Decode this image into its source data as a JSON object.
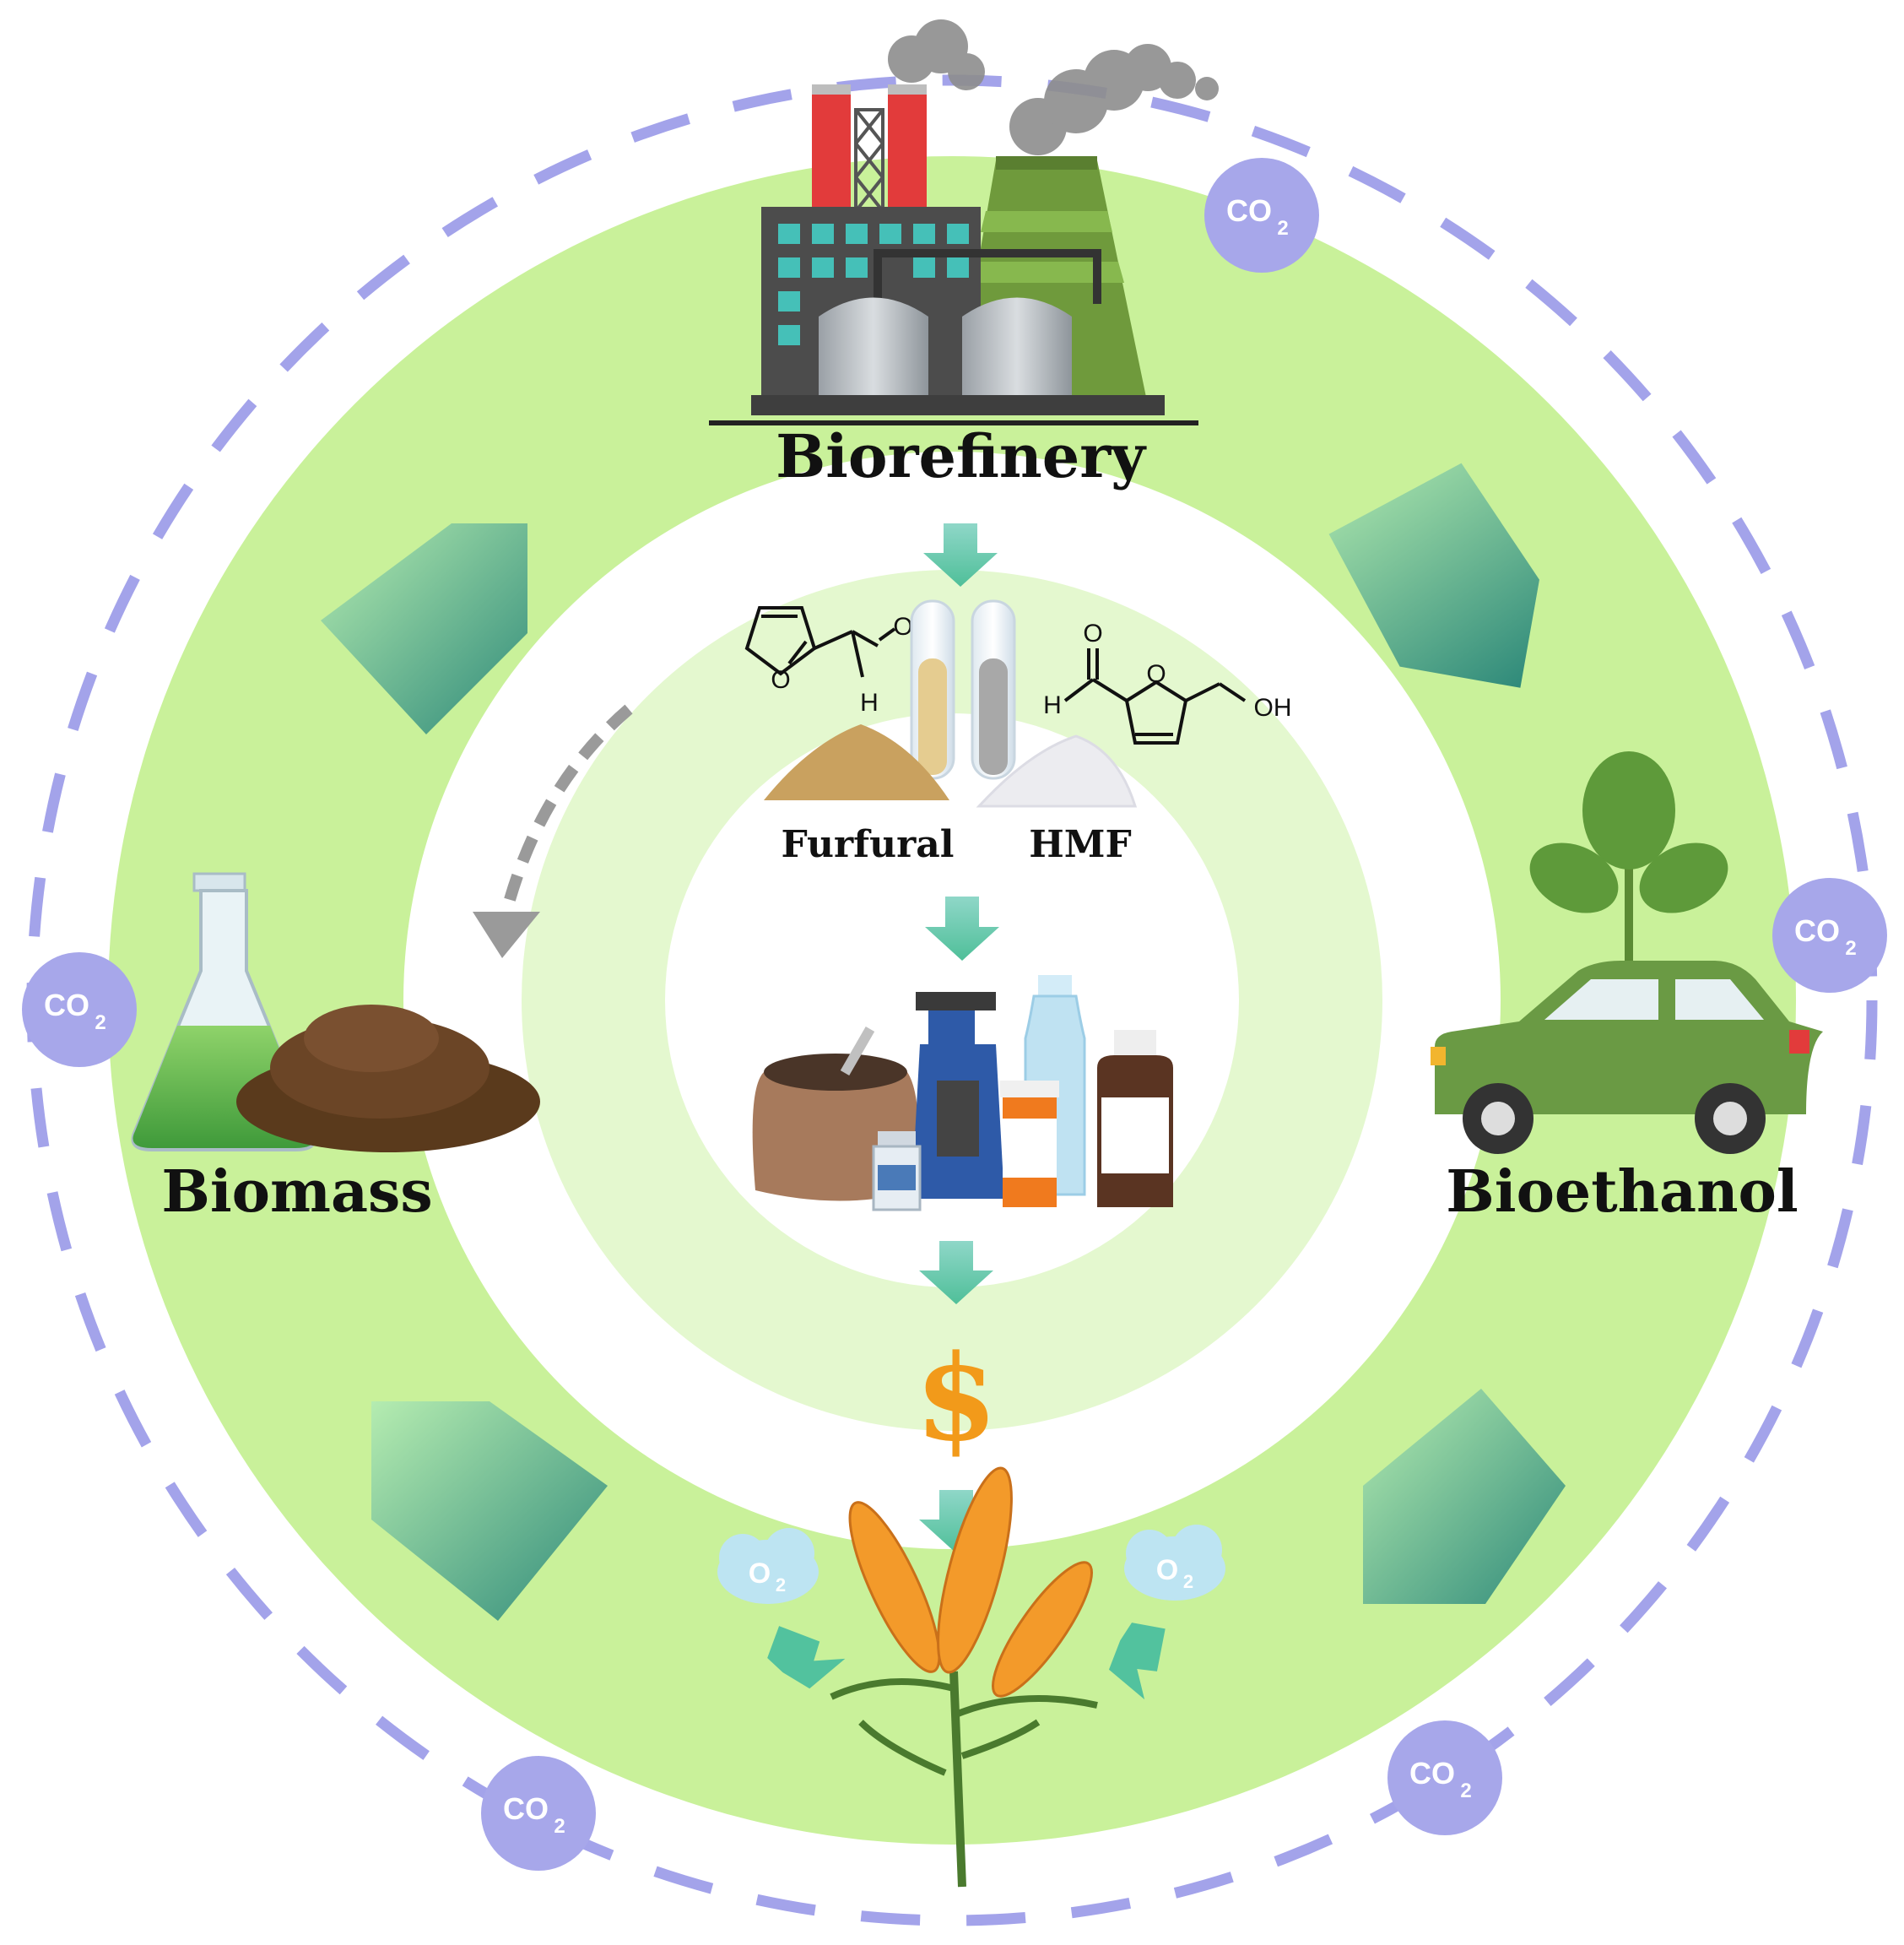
{
  "labels": {
    "biorefinery": "Biorefinery",
    "biomass": "Biomass",
    "bioethanol": "Bioethanol",
    "furfural": "Furfural",
    "hmf": "HMF",
    "dollar": "$"
  },
  "chem": {
    "furfural_h": "H",
    "furfural_o": "O",
    "furfural_ring_o": "O",
    "hmf_h": "H",
    "hmf_o": "O",
    "hmf_ring_o": "O",
    "hmf_oh": "OH"
  },
  "co2": {
    "main": "CO",
    "sub": "2"
  },
  "o2": {
    "main": "O",
    "sub": "2"
  },
  "colors": {
    "outer_ring": "#c9f19a",
    "inner_ring": "#e4f8cf",
    "dash": "#a3a3ea",
    "co2_badge": "#a7a7ea",
    "arrow_teal": "#5fc3a4",
    "pentagon": "#3f9e86",
    "dollar": "#f29a1a"
  },
  "icons": {
    "factory": "factory-icon",
    "flask": "flask-icon",
    "car": "car-icon",
    "wheat": "wheat-icon",
    "products": "chemical-products-icon"
  }
}
